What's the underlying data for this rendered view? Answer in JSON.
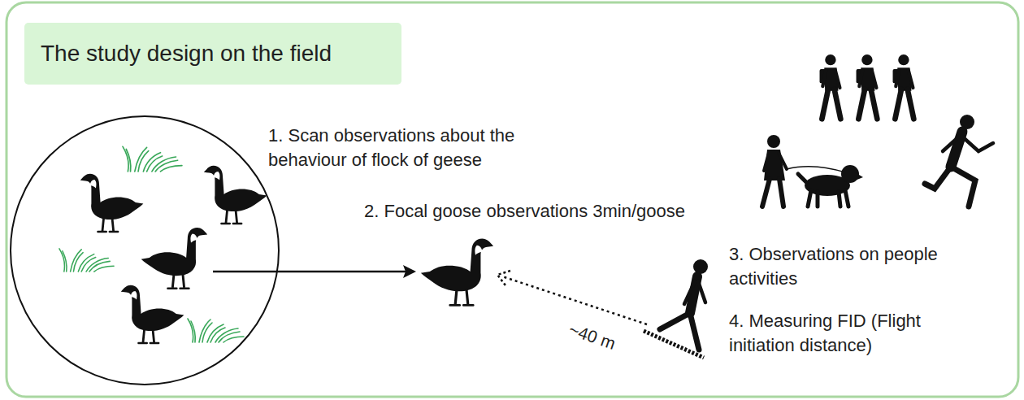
{
  "diagram": {
    "title": "The study design on the field",
    "labels": [
      "1. Scan observations about the behaviour of flock of geese",
      "2. Focal goose observations 3min/goose",
      "~40 m",
      "3. Observations on people activities",
      "4. Measuring FID (Flight initiation distance)"
    ]
  }
}
